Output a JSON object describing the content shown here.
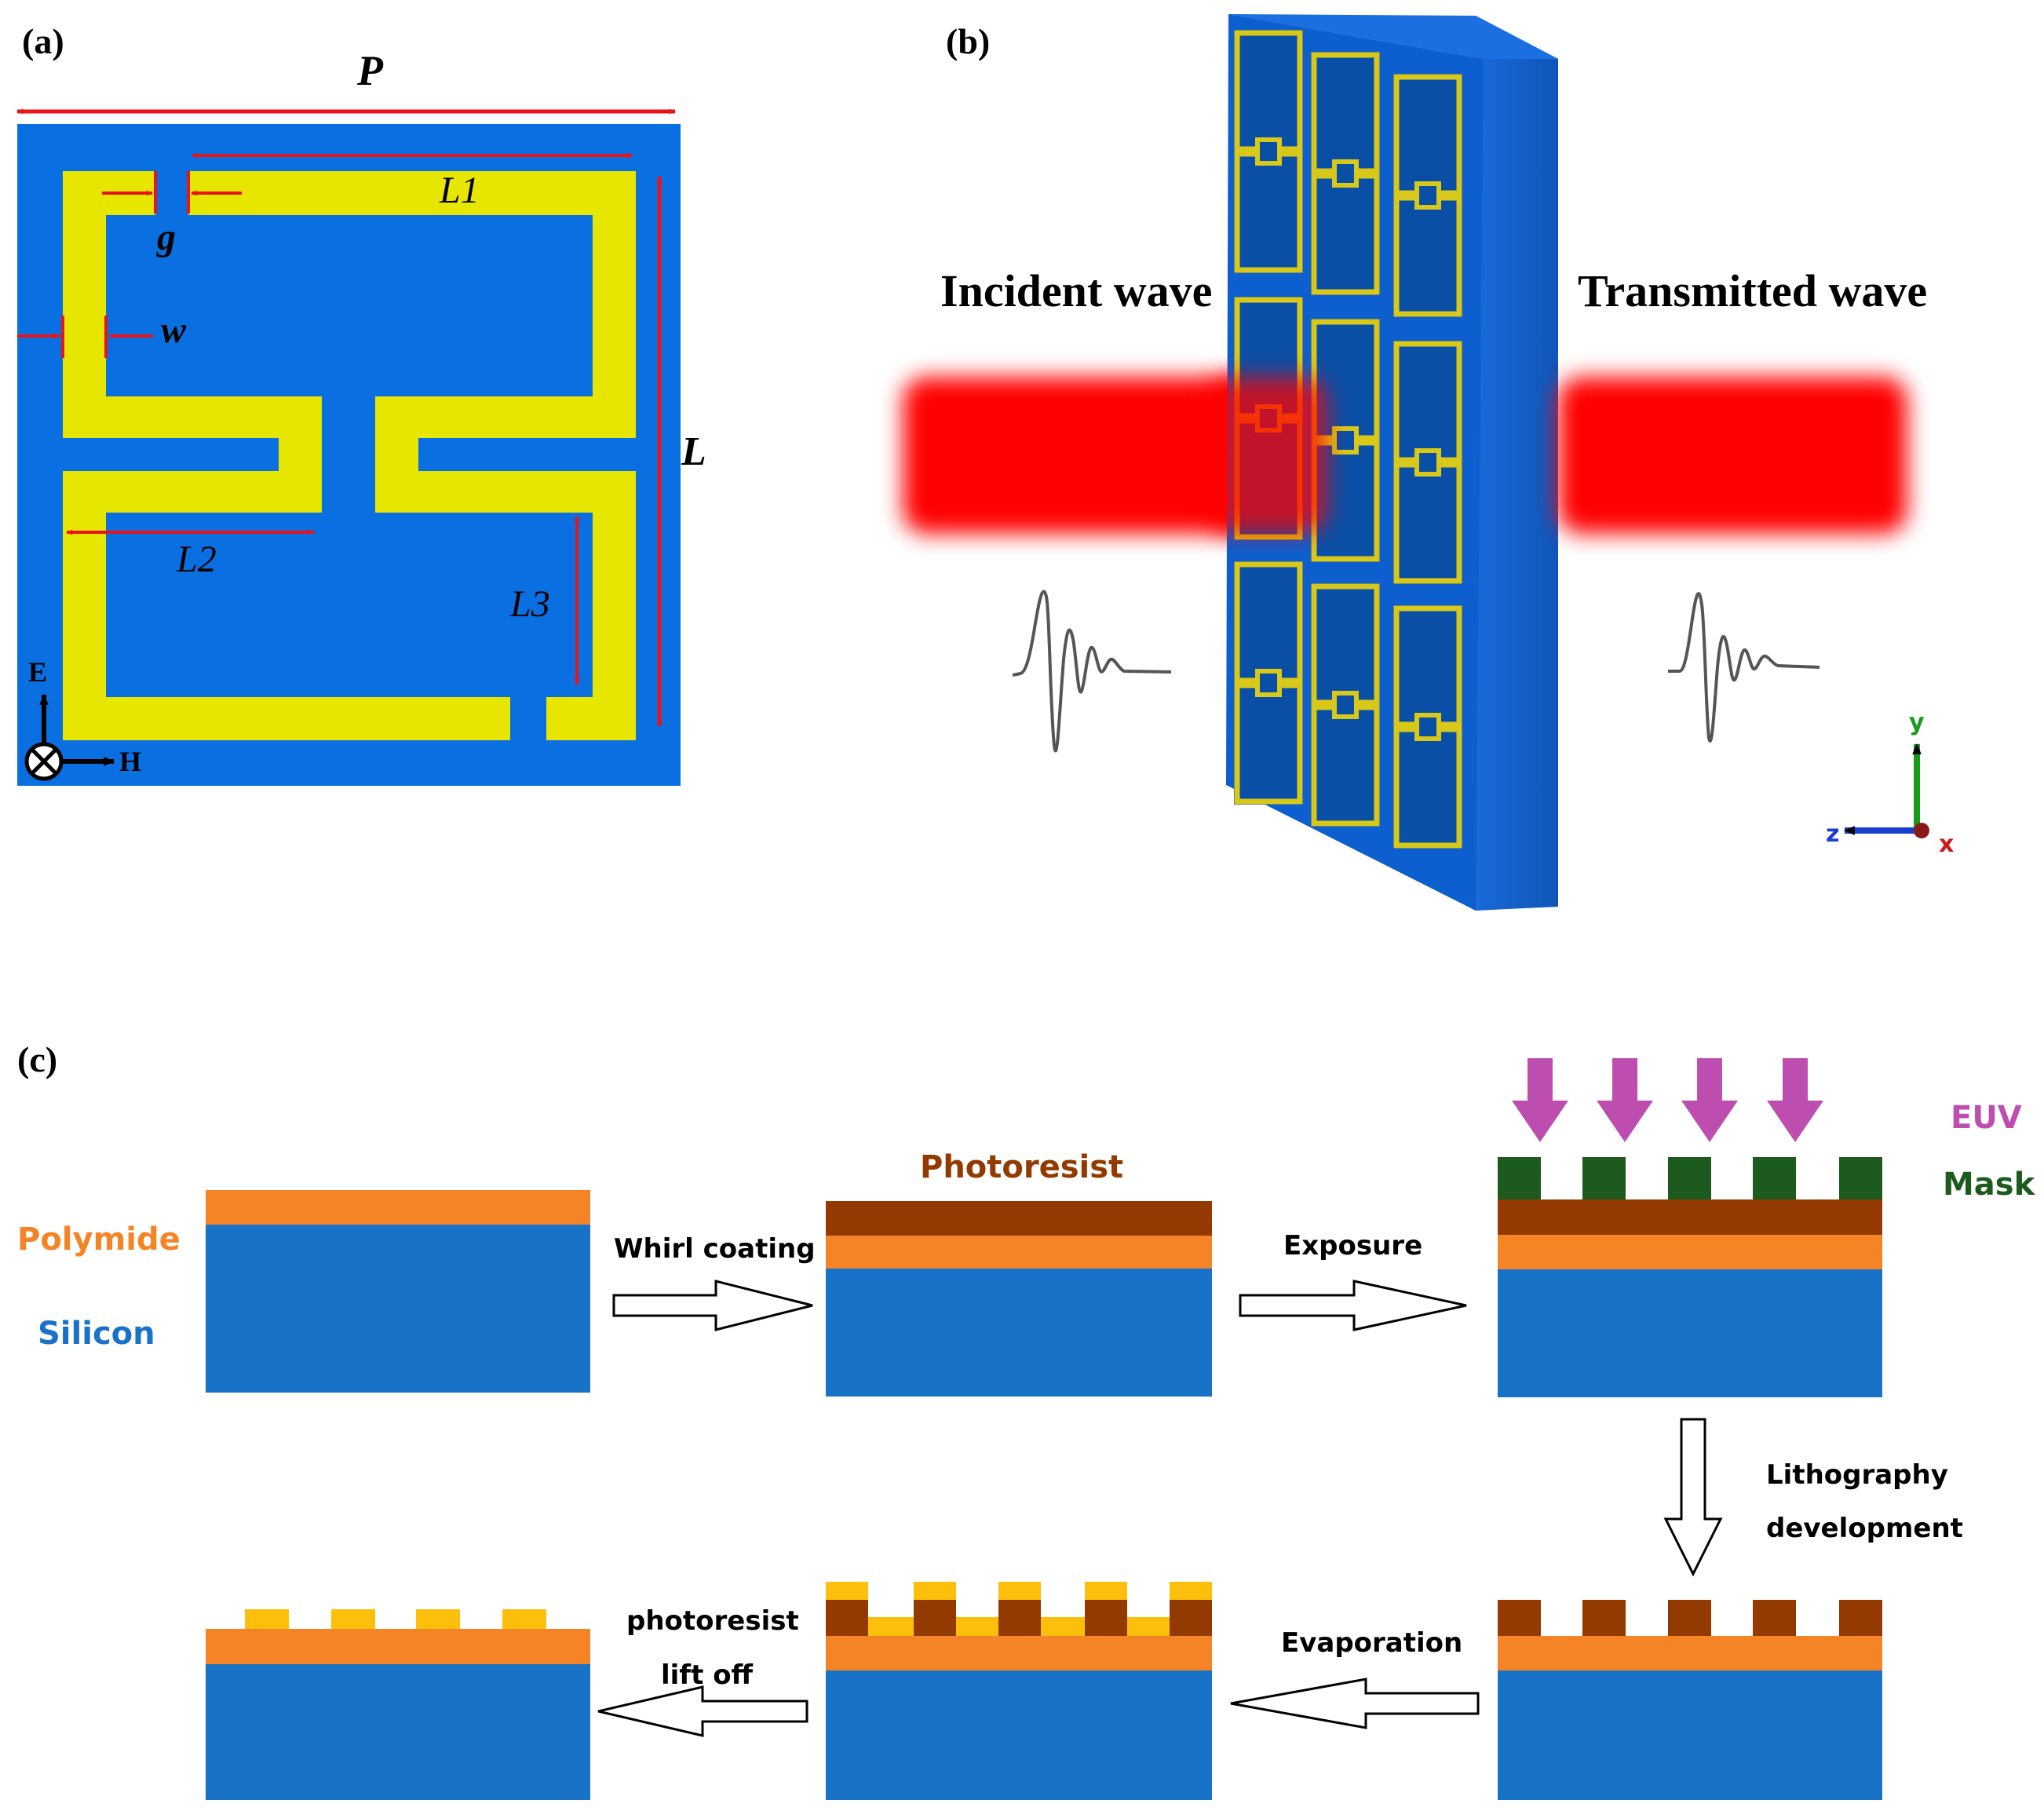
{
  "panel_labels": {
    "a": "(a)",
    "b": "(b)",
    "c": "(c)"
  },
  "panel_a": {
    "dims": {
      "P": "P",
      "L": "L",
      "L1": "L1",
      "L2": "L2",
      "L3": "L3",
      "g": "g",
      "w": "w"
    },
    "axes": {
      "e": "E",
      "h": "H"
    }
  },
  "panel_b": {
    "incident": "Incident wave",
    "transmitted": "Transmitted wave",
    "axes": {
      "y": "y",
      "z": "z",
      "x": "x"
    }
  },
  "panel_c": {
    "labels": {
      "polymide": "Polymide",
      "silicon": "Silicon",
      "photoresist": "Photoresist",
      "euv": "EUV",
      "mask": "Mask"
    },
    "steps": {
      "whirl": "Whirl coating",
      "exposure": "Exposure",
      "litho_1": "Lithography",
      "litho_2": "development",
      "evaporation": "Evaporation",
      "liftoff_1": "photoresist",
      "liftoff_2": "lift off"
    }
  },
  "colors": {
    "substrate_blue": "#0a6fe0",
    "metal_yellow": "#e6e600",
    "silicon": "#1873c8",
    "polymide": "#f58426",
    "photoresist": "#923a00",
    "mask": "#1d5a1d",
    "euv": "#bd4eb0",
    "gold": "#fcbf0c",
    "beam_red": "#ff0000",
    "dim_red": "#e8141a"
  }
}
